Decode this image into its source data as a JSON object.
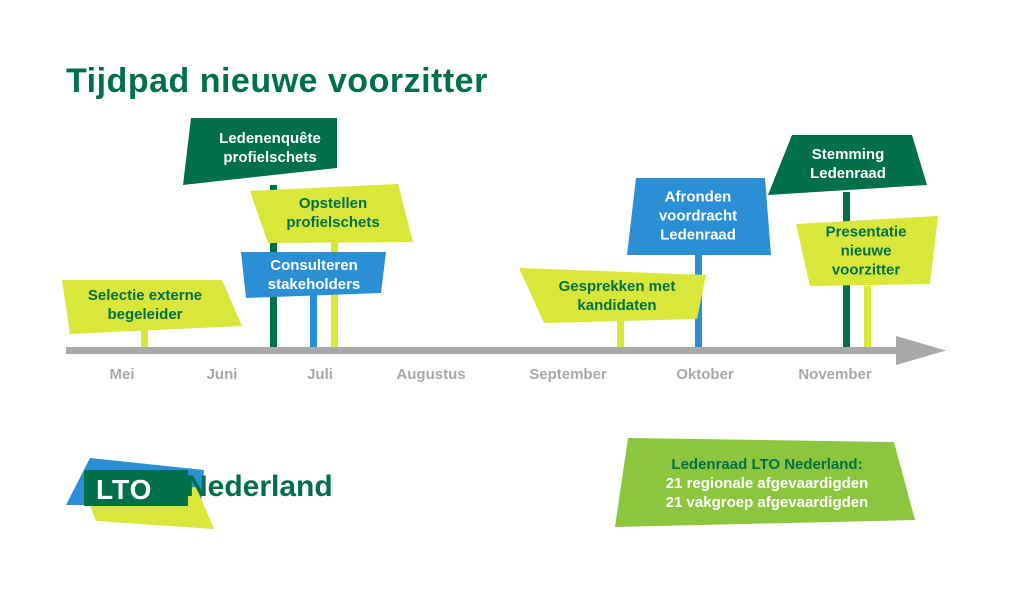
{
  "title": "Tijdpad nieuwe voorzitter",
  "months": [
    "Mei",
    "Juni",
    "Juli",
    "Augustus",
    "September",
    "Oktober",
    "November"
  ],
  "flags": [
    {
      "id": "ledenenquete",
      "lines": [
        "Ledenenquête",
        "profielschets"
      ],
      "color": "#00704a",
      "text_color": "#ffffff"
    },
    {
      "id": "opstellen",
      "lines": [
        "Opstellen",
        "profielschets"
      ],
      "color": "#d9e63a",
      "text_color": "#00704a"
    },
    {
      "id": "consulteren",
      "lines": [
        "Consulteren",
        "stakeholders"
      ],
      "color": "#2b8fd6",
      "text_color": "#ffffff"
    },
    {
      "id": "selectie",
      "lines": [
        "Selectie externe",
        "begeleider"
      ],
      "color": "#d9e63a",
      "text_color": "#00704a"
    },
    {
      "id": "gesprekken",
      "lines": [
        "Gesprekken met",
        "kandidaten"
      ],
      "color": "#d9e63a",
      "text_color": "#00704a"
    },
    {
      "id": "afronden",
      "lines": [
        "Afronden",
        "voordracht",
        "Ledenraad"
      ],
      "color": "#2b8fd6",
      "text_color": "#ffffff"
    },
    {
      "id": "stemming",
      "lines": [
        "Stemming",
        "Ledenraad"
      ],
      "color": "#00704a",
      "text_color": "#ffffff"
    },
    {
      "id": "presentatie",
      "lines": [
        "Presentatie",
        "nieuwe",
        "voorzitter"
      ],
      "color": "#d9e63a",
      "text_color": "#00704a"
    }
  ],
  "logo": {
    "lto": "LTO",
    "name": "Nederland"
  },
  "info_box": {
    "lines": [
      "Ledenraad LTO Nederland:",
      "21 regionale afgevaardigden",
      "21 vakgroep afgevaardigden"
    ],
    "color": "#8cc63f"
  },
  "colors": {
    "dark_green": "#00704a",
    "yellow_green": "#d9e63a",
    "blue": "#2b8fd6",
    "light_green": "#8cc63f",
    "axis_gray": "#a9a9a9"
  }
}
